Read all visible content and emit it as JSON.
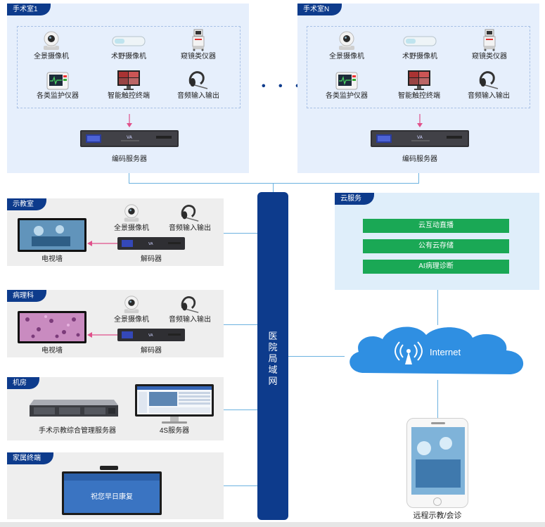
{
  "or1": {
    "tag": "手术室1",
    "devices": {
      "panoramic_camera": "全景摄像机",
      "field_camera": "术野摄像机",
      "endoscope": "窥镜类仪器",
      "monitor": "各类监护仪器",
      "touch_terminal": "智能触控终端",
      "audio": "音频输入输出"
    },
    "encoder": "编码服务器"
  },
  "orN": {
    "tag": "手术室N",
    "devices": {
      "panoramic_camera": "全景摄像机",
      "field_camera": "术野摄像机",
      "endoscope": "窥镜类仪器",
      "monitor": "各类监护仪器",
      "touch_terminal": "智能触控终端",
      "audio": "音频输入输出"
    },
    "encoder": "编码服务器"
  },
  "ellipsis": "• • •",
  "demo_room": {
    "tag": "示教室",
    "camera": "全景摄像机",
    "audio": "音频输入输出",
    "tv": "电视墙",
    "decoder": "解码器"
  },
  "pathology": {
    "tag": "病理科",
    "camera": "全景摄像机",
    "audio": "音频输入输出",
    "tv": "电视墙",
    "decoder": "解码器"
  },
  "machine_room": {
    "tag": "机房",
    "mgmt_server": "手术示教综合管理服务器",
    "server_4s": "4S服务器"
  },
  "family": {
    "tag": "家属终端",
    "screen_text": "祝您早日康复"
  },
  "lan": [
    "医",
    "院",
    "局",
    "域",
    "网"
  ],
  "cloud": {
    "tag": "云服务",
    "services": [
      "云互动直播",
      "公有云存储",
      "AI病理诊断"
    ]
  },
  "internet": "Internet",
  "remote": "远程示教/会诊",
  "colors": {
    "navy": "#0d3b8c",
    "line": "#6cb2e0",
    "green": "#1aa855",
    "arrow": "#e0508a",
    "panel_blue": "#e6effc",
    "panel_grey": "#eeeeee",
    "cloud": "#2f8fe2"
  }
}
